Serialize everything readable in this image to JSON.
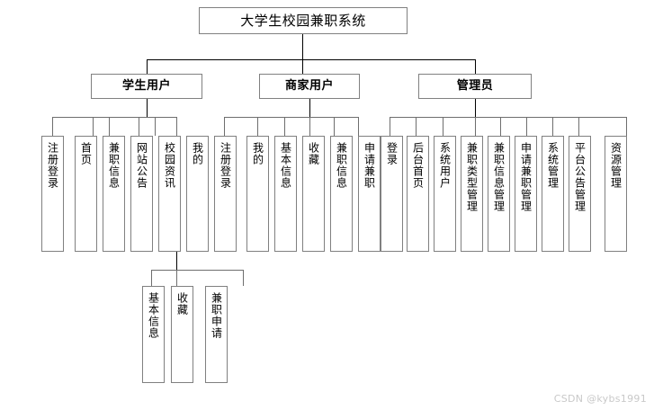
{
  "diagram": {
    "title": "大学生校园兼职系统",
    "type": "tree",
    "watermark": "CSDN @kybs1991",
    "colors": {
      "box_border": "#808080",
      "line": "#000000",
      "line_gray": "#6e6e6e",
      "text": "#000000",
      "background": "#ffffff",
      "watermark": "#c9c9c9"
    }
  },
  "root": {
    "label": "大学生校园兼职系统"
  },
  "level2": [
    {
      "id": "student",
      "label": "学生用户"
    },
    {
      "id": "merchant",
      "label": "商家用户"
    },
    {
      "id": "admin",
      "label": "管理员"
    }
  ],
  "student_children": [
    {
      "label": "注册登录"
    },
    {
      "label": "首页"
    },
    {
      "label": "兼职信息"
    },
    {
      "label": "网站公告"
    },
    {
      "label": "校园资讯"
    },
    {
      "label": "我的"
    }
  ],
  "student_my_children": [
    {
      "label": "基本信息"
    },
    {
      "label": "收藏"
    },
    {
      "label": "兼职申请"
    }
  ],
  "merchant_children": [
    {
      "label": "注册登录"
    },
    {
      "label": "我的"
    },
    {
      "label": "基本信息"
    },
    {
      "label": "收藏"
    },
    {
      "label": "兼职信息"
    },
    {
      "label": "申请兼职"
    }
  ],
  "admin_children": [
    {
      "label": "登录"
    },
    {
      "label": "后台首页"
    },
    {
      "label": "系统用户"
    },
    {
      "label": "兼职类型管理"
    },
    {
      "label": "兼职信息管理"
    },
    {
      "label": "申请兼职管理"
    },
    {
      "label": "系统管理"
    },
    {
      "label": "平台公告管理"
    },
    {
      "label": "资源管理"
    }
  ]
}
